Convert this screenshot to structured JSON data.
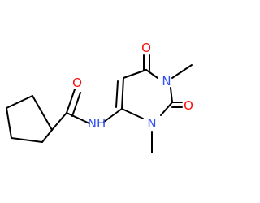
{
  "molecule": {
    "atoms": [
      {
        "id": "o-amide",
        "label": "O",
        "element": "O"
      },
      {
        "id": "n-amide",
        "label": "NH",
        "element": "N"
      },
      {
        "id": "n-ring-top",
        "label": "N",
        "element": "N"
      },
      {
        "id": "n-ring-bottom",
        "label": "N",
        "element": "N"
      },
      {
        "id": "o-ring-top",
        "label": "O",
        "element": "O"
      },
      {
        "id": "o-ring-right",
        "label": "O",
        "element": "O"
      }
    ]
  },
  "colors": {
    "bond": "#000000",
    "oxygen": "#ff0d0d",
    "nitrogen": "#3050f8",
    "background": "#ffffff"
  }
}
